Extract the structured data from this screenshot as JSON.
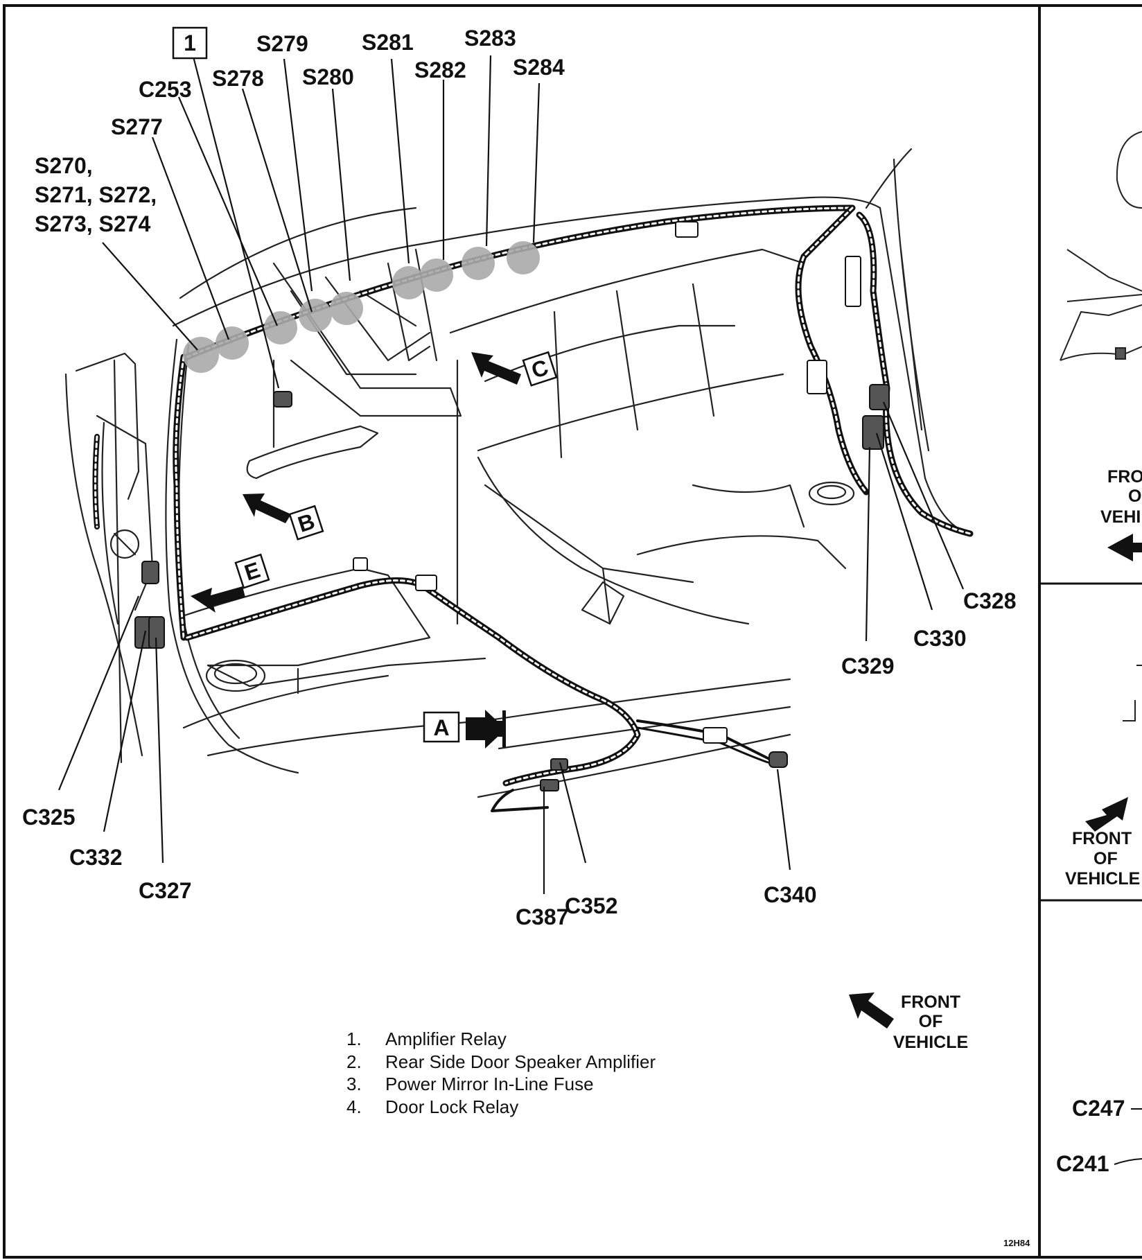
{
  "callouts": {
    "s270_group": [
      "S270,",
      "S271, S272,",
      "S273, S274"
    ],
    "s277": "S277",
    "c253": "C253",
    "s278": "S278",
    "s279": "S279",
    "s280": "S280",
    "s281": "S281",
    "s282": "S282",
    "s283": "S283",
    "s284": "S284",
    "c325": "C325",
    "c332": "C332",
    "c327": "C327",
    "c387": "C387",
    "c352": "C352",
    "c340": "C340",
    "c328": "C328",
    "c330": "C330",
    "c329": "C329"
  },
  "item_boxes": {
    "item1": "1"
  },
  "view_boxes": {
    "a": "A",
    "b": "B",
    "c": "C",
    "e": "E"
  },
  "front_of_vehicle": [
    "FRONT",
    "OF",
    "VEHICLE"
  ],
  "legend": [
    {
      "num": "1.",
      "text": "Amplifier Relay"
    },
    {
      "num": "2.",
      "text": "Rear Side Door Speaker Amplifier"
    },
    {
      "num": "3.",
      "text": "Power Mirror In-Line Fuse"
    },
    {
      "num": "4.",
      "text": "Door Lock Relay"
    }
  ],
  "side_panel": {
    "top_front": [
      "FRO",
      "O",
      "VEHI"
    ],
    "mid_front": [
      "FRONT",
      "OF",
      "VEHICLE"
    ],
    "c247": "C247",
    "c241": "C241"
  },
  "figure_code": "12H84"
}
